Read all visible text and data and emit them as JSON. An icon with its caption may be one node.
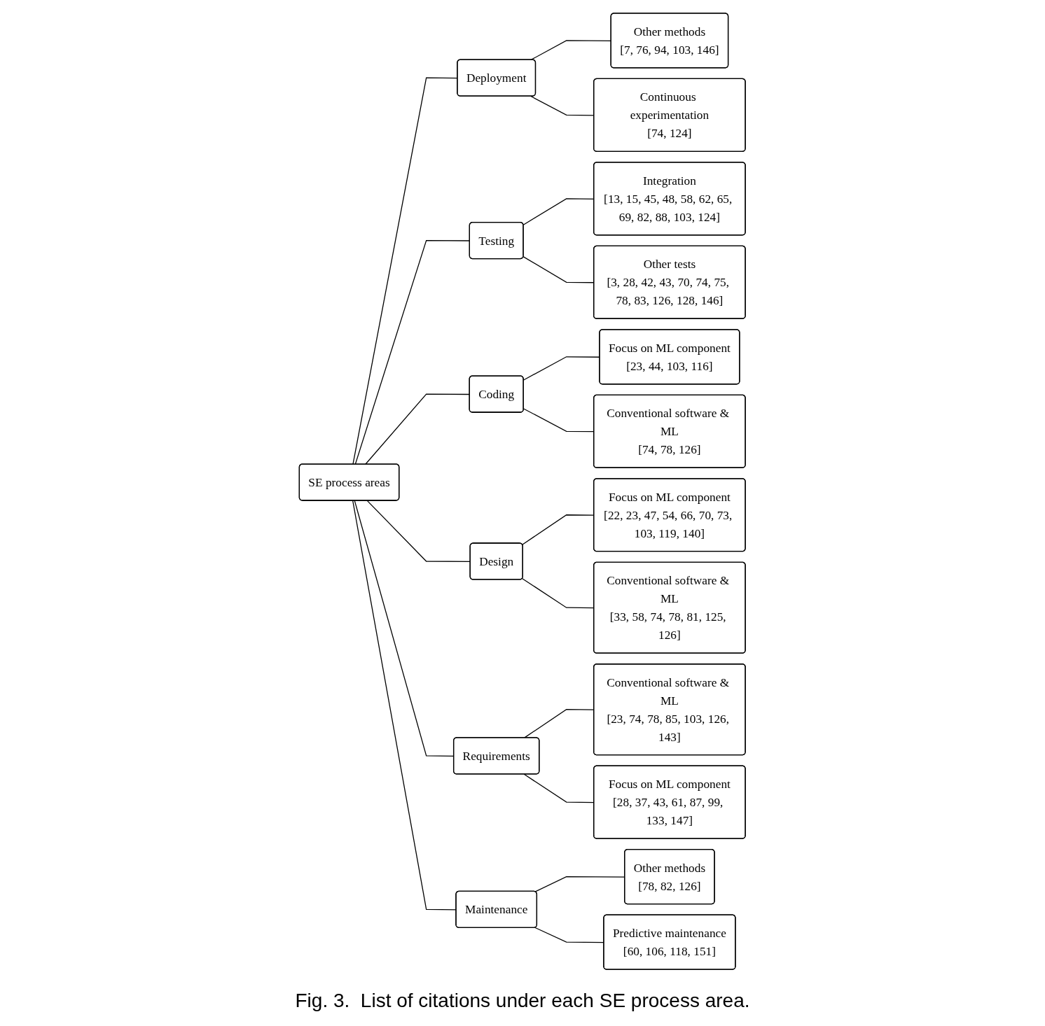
{
  "diagram": {
    "caption": "Fig. 3.  List of citations under each SE process area.",
    "nodes": [
      {
        "text": [
          "SE process areas"
        ]
      },
      {
        "text": [
          "Deployment"
        ]
      },
      {
        "text": [
          "Other methods",
          "[7, 76, 94, 103, 146]"
        ]
      },
      {
        "text": [
          "Continuous experimentation",
          "[74, 124]"
        ]
      },
      {
        "text": [
          "Testing"
        ]
      },
      {
        "text": [
          "Integration",
          "[13, 15, 45, 48, 58, 62, 65, 69, 82, 88, 103, 124]"
        ]
      },
      {
        "text": [
          "Other tests",
          "[3, 28, 42, 43, 70, 74, 75, 78, 83, 126, 128, 146]"
        ]
      },
      {
        "text": [
          "Coding"
        ]
      },
      {
        "text": [
          "Focus on ML component",
          "[23, 44, 103, 116]"
        ]
      },
      {
        "text": [
          "Conventional software & ML",
          "[74, 78, 126]"
        ]
      },
      {
        "text": [
          "Design"
        ]
      },
      {
        "text": [
          "Focus on ML component",
          "[22, 23, 47, 54, 66, 70, 73, 103, 119, 140]"
        ]
      },
      {
        "text": [
          "Conventional software & ML",
          "[33, 58, 74, 78, 81, 125, 126]"
        ]
      },
      {
        "text": [
          "Requirements"
        ]
      },
      {
        "text": [
          "Conventional software & ML",
          "[23, 74, 78, 85, 103, 126, 143]"
        ]
      },
      {
        "text": [
          "Focus on ML component",
          "[28, 37, 43, 61, 87, 99, 133, 147]"
        ]
      },
      {
        "text": [
          "Maintenance"
        ]
      },
      {
        "text": [
          "Other methods",
          "[78, 82, 126]"
        ]
      },
      {
        "text": [
          "Predictive maintenance",
          "[60, 106, 118, 151]"
        ]
      }
    ],
    "edges": [
      {
        "from": 0,
        "to": 1,
        "arrow": "none"
      },
      {
        "from": 0,
        "to": 4,
        "arrow": "none"
      },
      {
        "from": 0,
        "to": 7,
        "arrow": "none"
      },
      {
        "from": 0,
        "to": 10,
        "arrow": "none"
      },
      {
        "from": 0,
        "to": 13,
        "arrow": "none"
      },
      {
        "from": 0,
        "to": 16,
        "arrow": "none"
      },
      {
        "from": 1,
        "to": 2,
        "arrow": "none"
      },
      {
        "from": 1,
        "to": 3,
        "arrow": "none"
      },
      {
        "from": 4,
        "to": 5,
        "arrow": "none"
      },
      {
        "from": 4,
        "to": 6,
        "arrow": "none"
      },
      {
        "from": 7,
        "to": 8,
        "arrow": "none"
      },
      {
        "from": 7,
        "to": 9,
        "arrow": "none"
      },
      {
        "from": 10,
        "to": 11,
        "arrow": "none"
      },
      {
        "from": 10,
        "to": 12,
        "arrow": "none"
      },
      {
        "from": 13,
        "to": 14,
        "arrow": "none"
      },
      {
        "from": 13,
        "to": 15,
        "arrow": "none"
      },
      {
        "from": 16,
        "to": 17,
        "arrow": "none"
      },
      {
        "from": 16,
        "to": 18,
        "arrow": "none"
      }
    ]
  }
}
